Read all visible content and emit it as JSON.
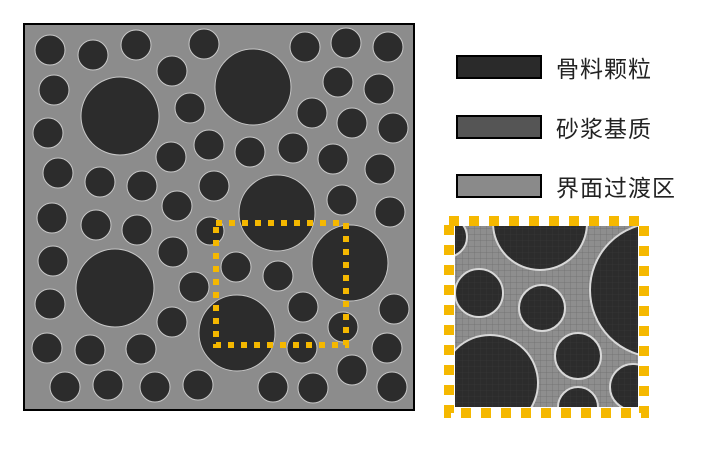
{
  "legend": [
    {
      "label": "骨料颗粒",
      "color": "#2a2a2a"
    },
    {
      "label": "砂浆基质",
      "color": "#555555"
    },
    {
      "label": "界面过渡区",
      "color": "#8a8a8a"
    }
  ],
  "colors": {
    "aggregate": "#2c2c2c",
    "mortar": "#8c8c8c",
    "itz": "#c8c8c8",
    "highlight": "#f5b800"
  }
}
